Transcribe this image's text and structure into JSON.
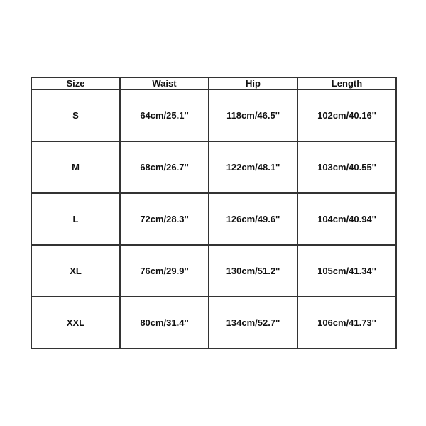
{
  "table": {
    "headers": [
      "Size",
      "Waist",
      "Hip",
      "Length"
    ],
    "rows": [
      [
        "S",
        "64cm/25.1''",
        "118cm/46.5''",
        "102cm/40.16''"
      ],
      [
        "M",
        "68cm/26.7''",
        "122cm/48.1''",
        "103cm/40.55''"
      ],
      [
        "L",
        "72cm/28.3''",
        "126cm/49.6''",
        "104cm/40.94''"
      ],
      [
        "XL",
        "76cm/29.9''",
        "130cm/51.2''",
        "105cm/41.34''"
      ],
      [
        "XXL",
        "80cm/31.4''",
        "134cm/52.7''",
        "106cm/41.73''"
      ]
    ]
  }
}
